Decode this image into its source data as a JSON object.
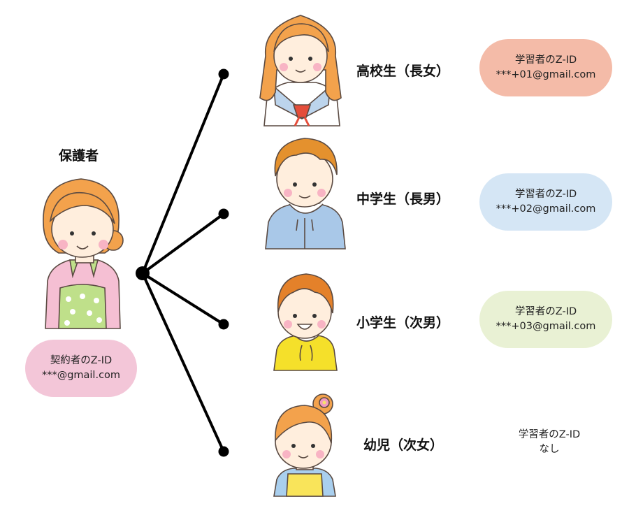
{
  "guardian": {
    "title": "保護者",
    "id_label": "契約者のZ-ID",
    "email": "***@gmail.com",
    "pill_color": "#f3c6d8"
  },
  "children": [
    {
      "role": "高校生（長女）",
      "id_label": "学習者のZ-ID",
      "email": "***+01@gmail.com",
      "pill_color": "#f4bba8"
    },
    {
      "role": "中学生（長男）",
      "id_label": "学習者のZ-ID",
      "email": "***+02@gmail.com",
      "pill_color": "#d5e6f5"
    },
    {
      "role": "小学生（次男）",
      "id_label": "学習者のZ-ID",
      "email": "***+03@gmail.com",
      "pill_color": "#e9f1d4"
    },
    {
      "role": "幼児（次女）",
      "id_label": "学習者のZ-ID",
      "email": "なし",
      "pill_color": ""
    }
  ],
  "icons": {
    "guardian": "mother-illustration-icon",
    "child1": "high-school-girl-illustration-icon",
    "child2": "middle-school-boy-illustration-icon",
    "child3": "elementary-boy-illustration-icon",
    "child4": "toddler-girl-illustration-icon"
  }
}
